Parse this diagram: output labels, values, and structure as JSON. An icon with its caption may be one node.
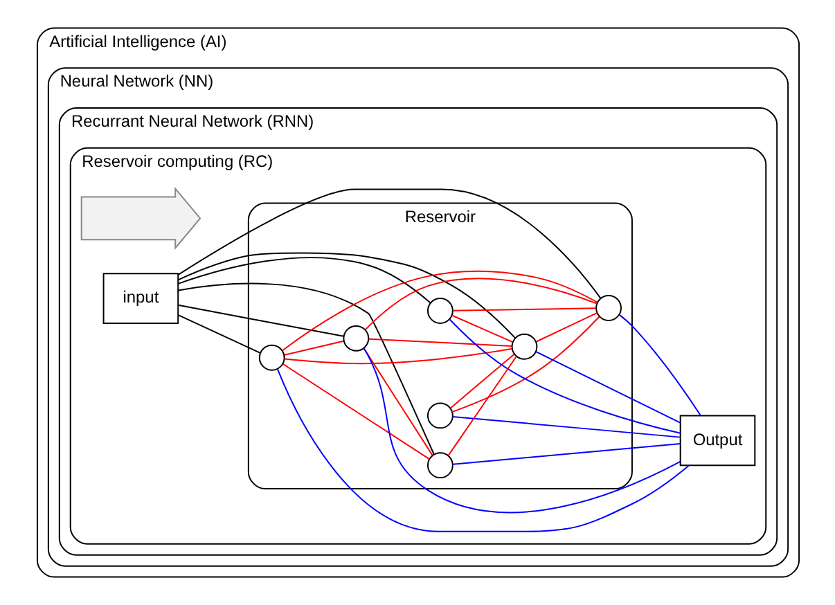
{
  "diagram": {
    "nodes": [
      {
        "text": [
          "Artificial Intelligence (AI)"
        ]
      },
      {
        "text": [
          "Neural Network (NN)"
        ],
        "in": 0
      },
      {
        "text": [
          "Recurrant Neural Network (RNN)"
        ],
        "in": 1
      },
      {
        "text": [
          "Reservoir computing (RC)"
        ],
        "in": 2
      },
      {
        "text": [],
        "shape": "arrow",
        "in": 3
      },
      {
        "text": [
          "input"
        ],
        "in": 3
      },
      {
        "text": [
          "Reservoir"
        ],
        "in": 3
      },
      {
        "text": [],
        "shape": "circle",
        "in": 6
      },
      {
        "text": [],
        "shape": "circle",
        "in": 6
      },
      {
        "text": [],
        "shape": "circle",
        "in": 6
      },
      {
        "text": [],
        "shape": "circle",
        "in": 6
      },
      {
        "text": [],
        "shape": "circle",
        "in": 6
      },
      {
        "text": [],
        "shape": "circle",
        "in": 6
      },
      {
        "text": [],
        "shape": "circle",
        "in": 6
      },
      {
        "text": [
          "Output"
        ],
        "in": 3
      }
    ],
    "edges": [
      {
        "from": 5,
        "to": 8,
        "arrow": "none",
        "color": "#000000"
      },
      {
        "from": 5,
        "to": 9,
        "arrow": "none",
        "color": "#000000"
      },
      {
        "from": 5,
        "to": 10,
        "arrow": "none",
        "color": "#000000"
      },
      {
        "from": 5,
        "to": 11,
        "arrow": "none",
        "color": "#000000"
      },
      {
        "from": 5,
        "to": 12,
        "arrow": "none",
        "color": "#000000"
      },
      {
        "from": 5,
        "to": 13,
        "arrow": "none",
        "color": "#000000"
      },
      {
        "from": 7,
        "to": 12,
        "arrow": "none",
        "color": "#ff0000"
      },
      {
        "from": 7,
        "to": 13,
        "arrow": "none",
        "color": "#ff0000"
      },
      {
        "from": 8,
        "to": 9,
        "arrow": "none",
        "color": "#ff0000"
      },
      {
        "from": 8,
        "to": 11,
        "arrow": "none",
        "color": "#ff0000"
      },
      {
        "from": 8,
        "to": 12,
        "arrow": "none",
        "color": "#ff0000"
      },
      {
        "from": 8,
        "to": 13,
        "arrow": "none",
        "color": "#ff0000"
      },
      {
        "from": 9,
        "to": 11,
        "arrow": "none",
        "color": "#ff0000"
      },
      {
        "from": 9,
        "to": 12,
        "arrow": "none",
        "color": "#ff0000"
      },
      {
        "from": 9,
        "to": 13,
        "arrow": "none",
        "color": "#ff0000"
      },
      {
        "from": 10,
        "to": 12,
        "arrow": "none",
        "color": "#ff0000"
      },
      {
        "from": 10,
        "to": 13,
        "arrow": "none",
        "color": "#ff0000"
      },
      {
        "from": 11,
        "to": 12,
        "arrow": "none",
        "color": "#ff0000"
      },
      {
        "from": 12,
        "to": 13,
        "arrow": "none",
        "color": "#ff0000"
      },
      {
        "from": 7,
        "to": 14,
        "arrow": "none",
        "color": "#0000ff"
      },
      {
        "from": 8,
        "to": 14,
        "arrow": "none",
        "color": "#0000ff"
      },
      {
        "from": 9,
        "to": 14,
        "arrow": "none",
        "color": "#0000ff"
      },
      {
        "from": 10,
        "to": 14,
        "arrow": "none",
        "color": "#0000ff"
      },
      {
        "from": 11,
        "to": 14,
        "arrow": "none",
        "color": "#0000ff"
      },
      {
        "from": 12,
        "to": 14,
        "arrow": "none",
        "color": "#0000ff"
      },
      {
        "from": 13,
        "to": 14,
        "arrow": "none",
        "color": "#0000ff"
      }
    ]
  }
}
